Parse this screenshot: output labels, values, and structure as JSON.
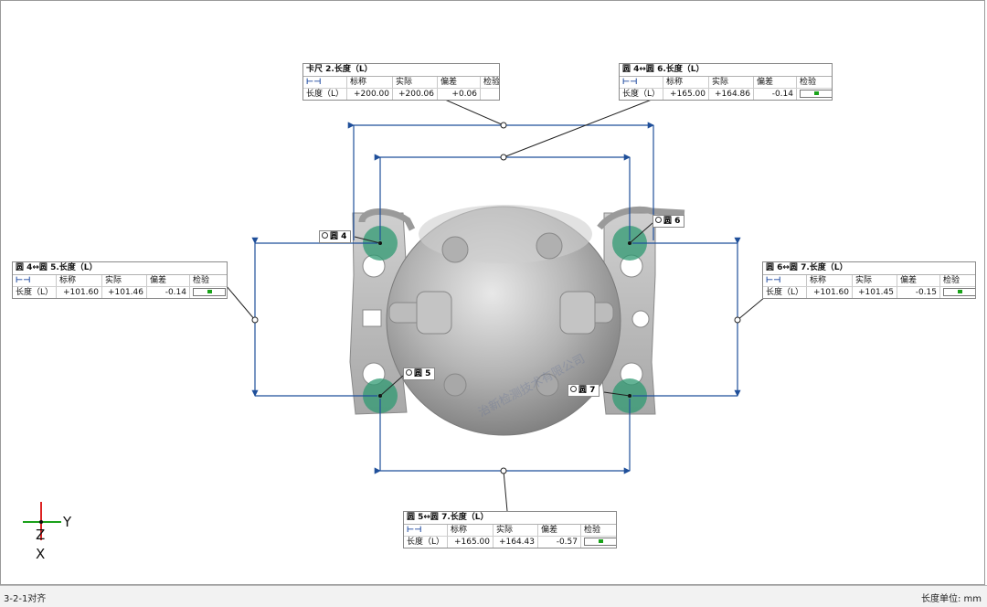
{
  "dimensions": [
    {
      "title": "卡尺 2.长度（L）",
      "header": [
        "标称",
        "实际",
        "偏差",
        "检验"
      ],
      "row_label": "长度（L）",
      "nominal": "+200.00",
      "actual": "+200.06",
      "deviation": "+0.06",
      "check": "",
      "ok": false
    },
    {
      "title": "圆 4↔圆 6.长度（L）",
      "header": [
        "标称",
        "实际",
        "偏差",
        "检验"
      ],
      "row_label": "长度（L）",
      "nominal": "+165.00",
      "actual": "+164.86",
      "deviation": "-0.14",
      "check": "",
      "ok": true
    },
    {
      "title": "圆 4↔圆 5.长度（L）",
      "header": [
        "标称",
        "实际",
        "偏差",
        "检验"
      ],
      "row_label": "长度（L）",
      "nominal": "+101.60",
      "actual": "+101.46",
      "deviation": "-0.14",
      "check": "",
      "ok": true
    },
    {
      "title": "圆 6↔圆 7.长度（L）",
      "header": [
        "标称",
        "实际",
        "偏差",
        "检验"
      ],
      "row_label": "长度（L）",
      "nominal": "+101.60",
      "actual": "+101.45",
      "deviation": "-0.15",
      "check": "",
      "ok": true
    },
    {
      "title": "圆 5↔圆 7.长度（L）",
      "header": [
        "标称",
        "实际",
        "偏差",
        "检验"
      ],
      "row_label": "长度（L）",
      "nominal": "+165.00",
      "actual": "+164.43",
      "deviation": "-0.57",
      "check": "",
      "ok": true
    }
  ],
  "circle_labels": {
    "c4": "圆 4",
    "c5": "圆 5",
    "c6": "圆 6",
    "c7": "圆 7"
  },
  "axes": {
    "y": "Y",
    "z": "Z",
    "x": "X"
  },
  "watermark": "治新检测技术有限公司",
  "status": {
    "alignment": "3-2-1对齐",
    "units": "长度单位: mm"
  },
  "colors": {
    "dimension_line": "#1f4f9a",
    "circle_fill": "#2f9a72",
    "part_body": "#b9b9b9",
    "check_ok": "#19a319"
  }
}
